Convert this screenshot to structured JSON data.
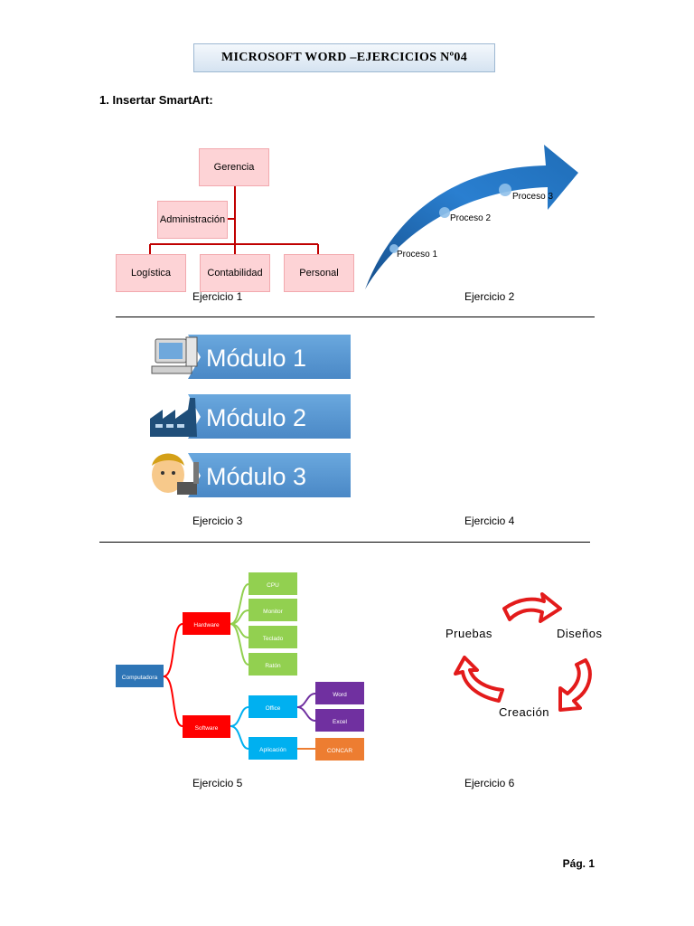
{
  "title": "MICROSOFT WORD –EJERCICIOS Nº04",
  "section_heading": "1.  Insertar SmartArt:",
  "ex1": {
    "caption": "Ejercicio 1",
    "top": "Gerencia",
    "assistant": "Administración",
    "children": [
      "Logística",
      "Contabilidad",
      "Personal"
    ]
  },
  "ex2": {
    "caption": "Ejercicio 2",
    "steps": [
      "Proceso 1",
      "Proceso 2",
      "Proceso 3"
    ]
  },
  "ex3": {
    "caption": "Ejercicio 3",
    "modules": [
      "Módulo 1",
      "Módulo 2",
      "Módulo 3"
    ]
  },
  "ex4": {
    "caption": "Ejercicio 4"
  },
  "ex5": {
    "caption": "Ejercicio 5",
    "root": "Computadora",
    "hardware": "Hardware",
    "hardware_items": [
      "CPU",
      "Monitor",
      "Teclado",
      "Ratón"
    ],
    "software": "Software",
    "office": "Office",
    "office_items": [
      "Word",
      "Excel"
    ],
    "aplicacion": "Aplicación",
    "aplicacion_items": [
      "CONCAR"
    ]
  },
  "ex6": {
    "caption": "Ejercicio 6",
    "cycle": [
      "Pruebas",
      "Diseños",
      "Creación"
    ]
  },
  "footer": {
    "page": "Pág. 1"
  },
  "colors": {
    "org_fill": "#fdd3d6",
    "org_line": "#c00000",
    "arrow_blue": "#1f6db7",
    "module_blue": "#5b9bd5",
    "node_blue": "#2e75b6",
    "node_red": "#ff0000",
    "node_green": "#92d050",
    "node_cyan": "#00b0f0",
    "node_purple": "#7030a0",
    "node_orange": "#ed7d31",
    "cycle_red": "#e31b1b"
  }
}
